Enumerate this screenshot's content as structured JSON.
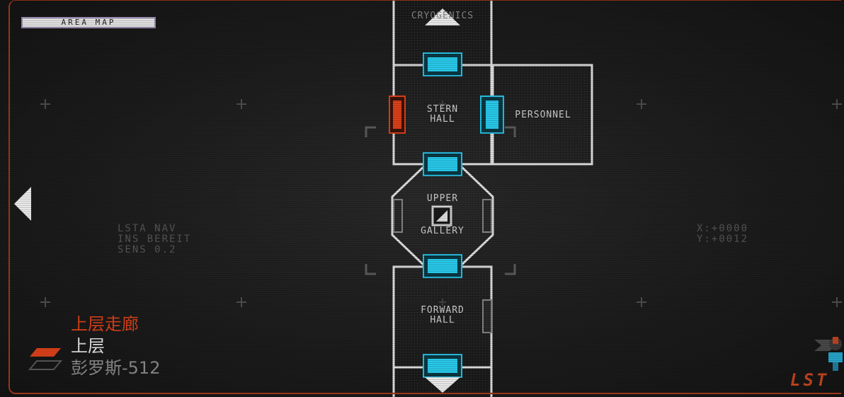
{
  "header": {
    "area_map_label": "AREA MAP"
  },
  "rooms": {
    "cryo": "CRYOGENICS",
    "stern_hall": "STERN\nHALL",
    "personnel": "PERSONNEL",
    "upper_gallery_top": "UPPER",
    "upper_gallery_bottom": "GALLERY",
    "forward_hall": "FORWARD\nHALL"
  },
  "terminal": {
    "nav_line1": "LSTA NAV",
    "nav_line2": "INS BEREIT",
    "nav_line3": "SENS 0.2",
    "coord_x": "X:+0000",
    "coord_y": "Y:+0012"
  },
  "location": {
    "area_name": "上层走廊",
    "deck": "上层",
    "station": "彭罗斯-512"
  },
  "brand": {
    "logo_text": "LST"
  },
  "colors": {
    "background": "#1d1d1d",
    "frame_accent": "#a23a1c",
    "door_open": "#29c6ea",
    "door_locked": "#e2431a",
    "room_outline": "#e6e6e6",
    "current_location_text": "#e2431a"
  },
  "icons": {
    "nav_left": "triangle-left-icon",
    "scroll_up": "triangle-up-icon",
    "scroll_down": "triangle-down-icon",
    "save_station": "save-station-icon",
    "deck_layers": "deck-layers-icon",
    "ship_emblem": "ship-emblem-icon"
  }
}
